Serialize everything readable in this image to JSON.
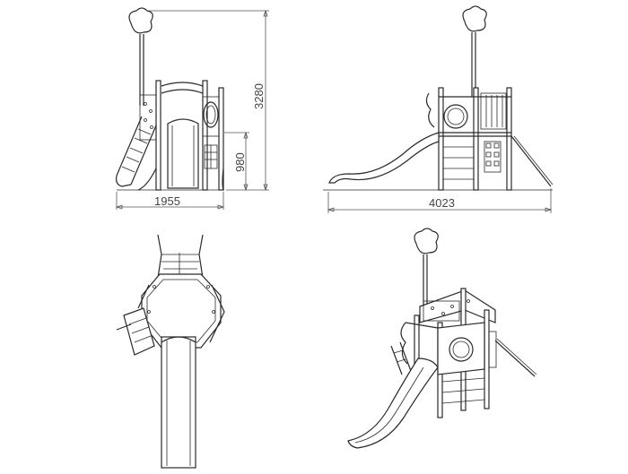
{
  "dimensions": {
    "front_width": "1955",
    "total_height": "3280",
    "platform_height": "980",
    "side_length": "4023"
  }
}
